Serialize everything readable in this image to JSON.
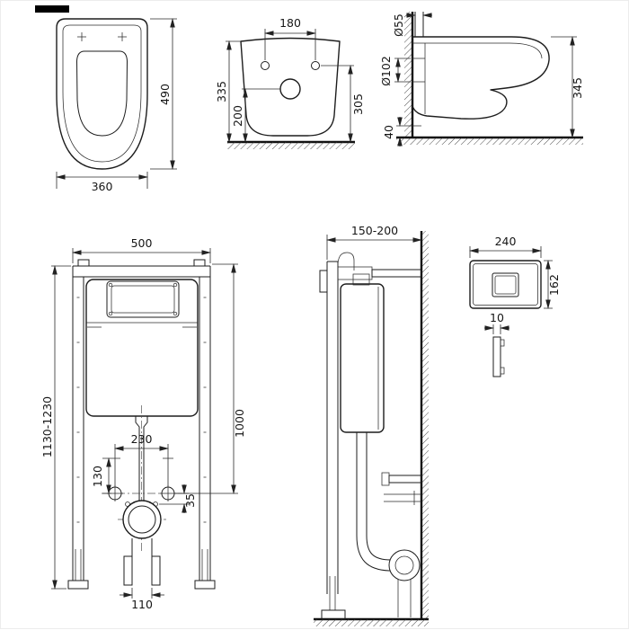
{
  "drawing": {
    "views": {
      "bowl_top": {
        "width": "360",
        "depth": "490"
      },
      "bowl_back": {
        "bolt_spacing": "180",
        "total_height": "335",
        "outlet_height": "200",
        "bolt_height": "305"
      },
      "bowl_side": {
        "flush_pipe_diameter": "Ø55",
        "outlet_diameter": "Ø102",
        "height": "345",
        "floor_gap": "40"
      },
      "frame_front": {
        "width": "500",
        "height_range": "1130-1230",
        "bolt_height": "1000",
        "bolt_spacing": "230",
        "offset_130": "130",
        "offset_35": "35",
        "outlet_width": "110"
      },
      "frame_side": {
        "depth_range": "150-200"
      },
      "flush_plate": {
        "width": "240",
        "height": "162",
        "thickness": "10"
      }
    }
  }
}
